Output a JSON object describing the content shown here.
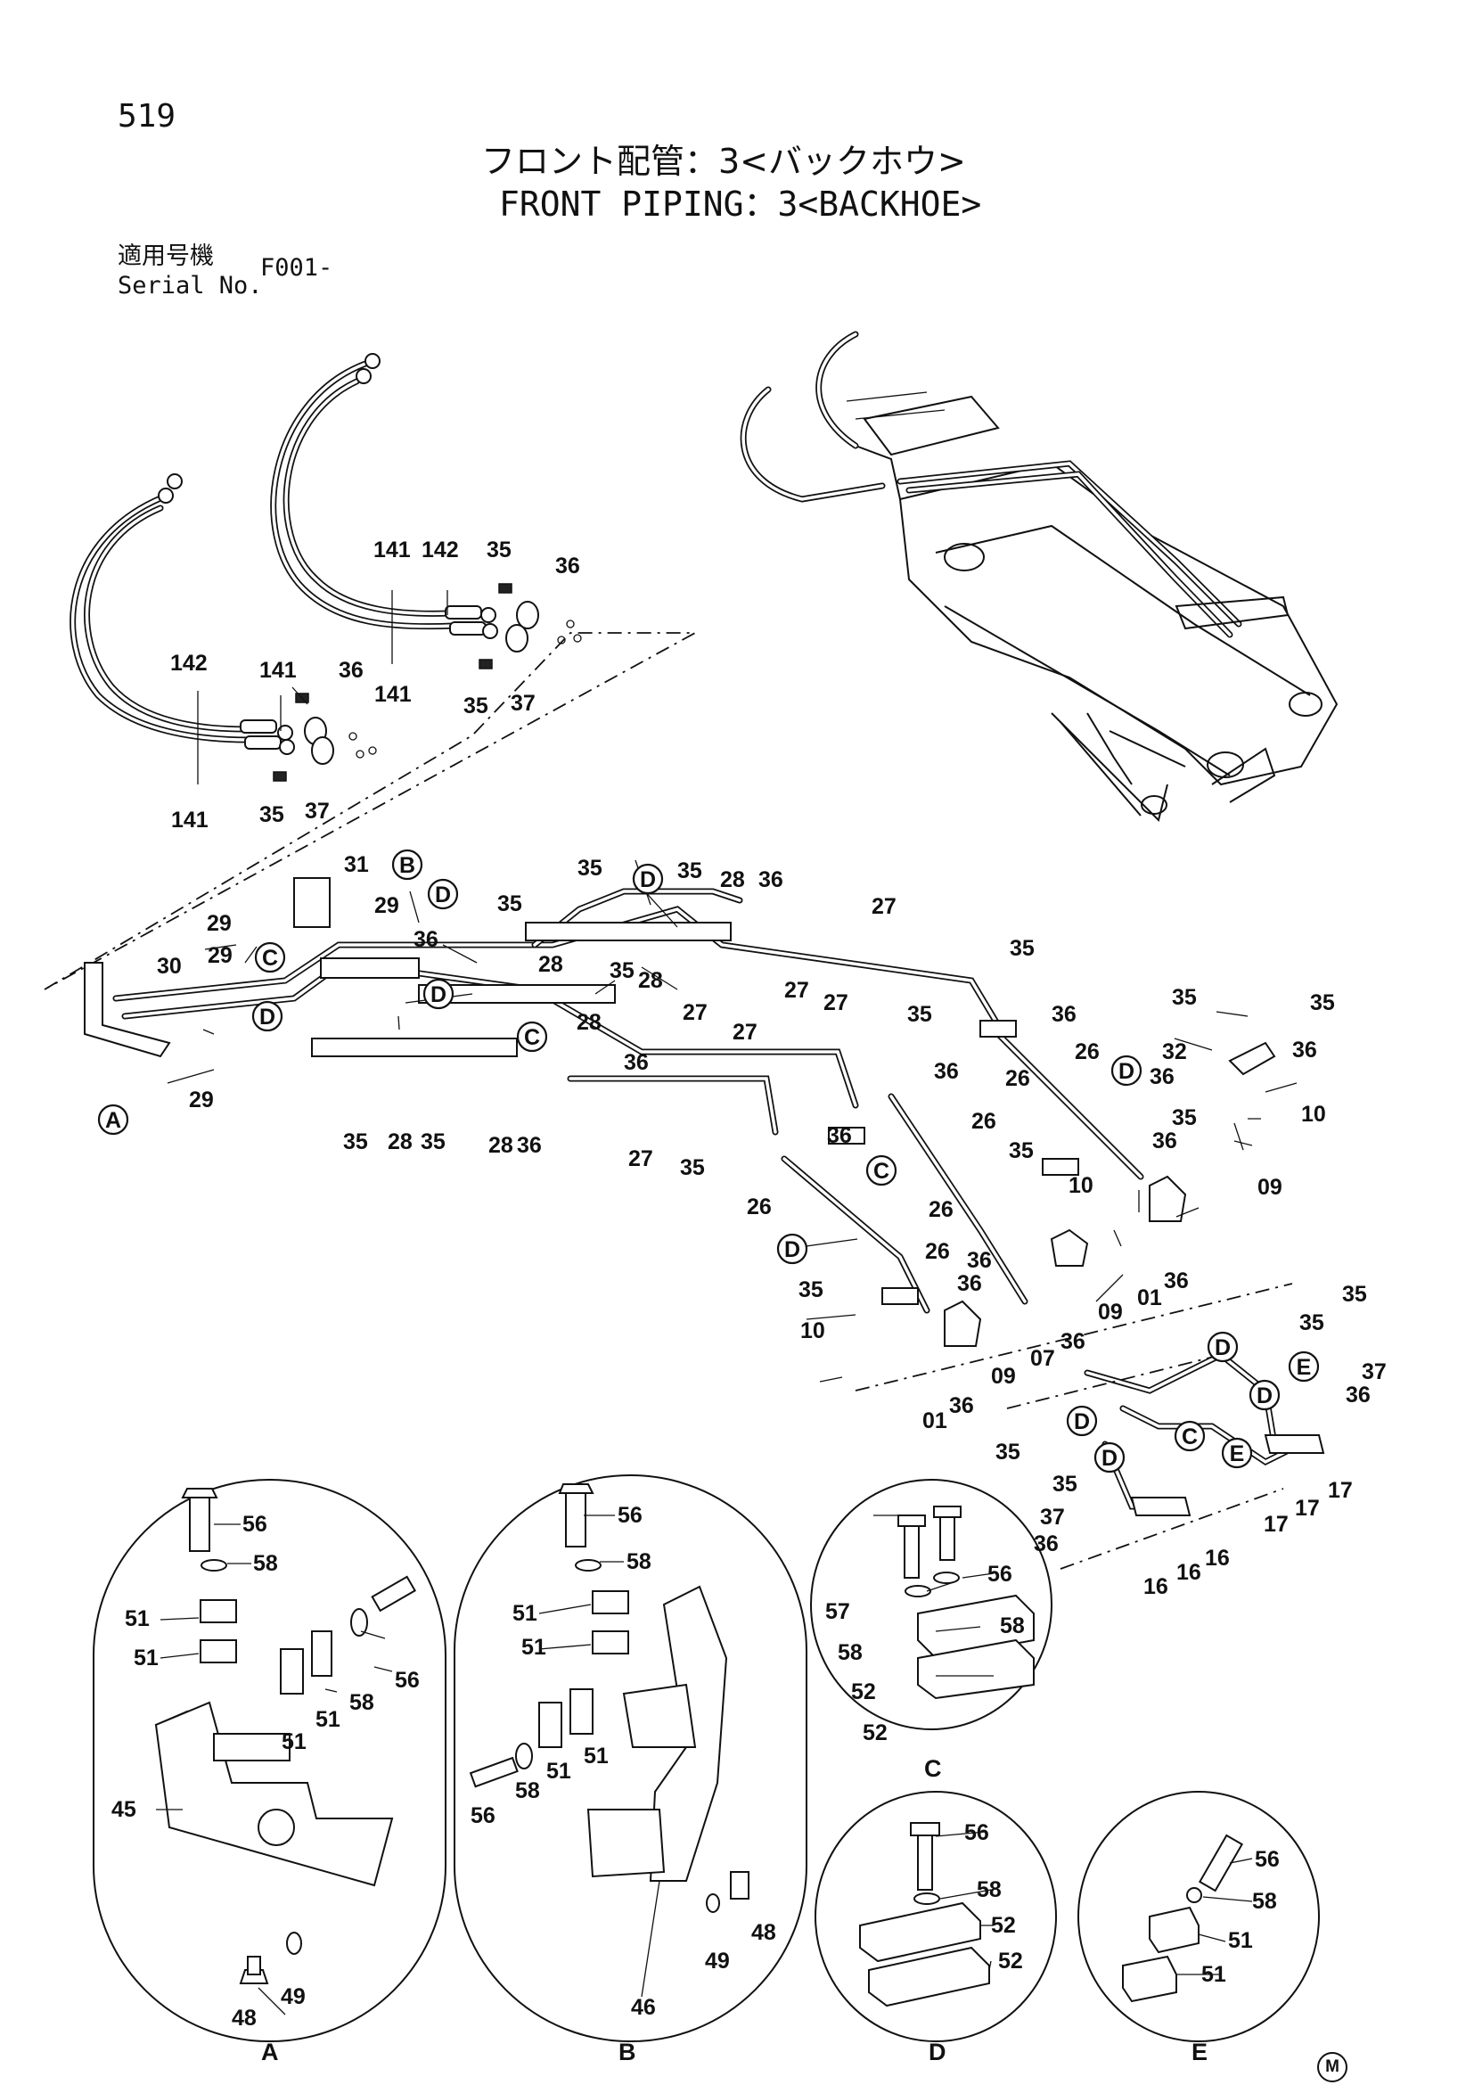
{
  "header": {
    "page_number": "519",
    "title_jp": "フロント配管：3<バックホウ>",
    "title_en": "FRONT PIPING：3<BACKHOE>",
    "serial_label_jp": "適用号機",
    "serial_label_en": "Serial No.",
    "serial_value": "F001-"
  },
  "callouts": {
    "c141": "141",
    "c142": "142",
    "c35": "35",
    "c36": "36",
    "c37": "37",
    "c31": "31",
    "c30": "30",
    "c29": "29",
    "c28": "28",
    "c27": "27",
    "c26": "26",
    "c32": "32",
    "c10": "10",
    "c09": "09",
    "c07": "07",
    "c01": "01",
    "c16": "16",
    "c17": "17",
    "c56": "56",
    "c58": "58",
    "c51": "51",
    "c52": "52",
    "c57": "57",
    "c45": "45",
    "c46": "46",
    "c48": "48",
    "c49": "49"
  },
  "detail_refs": {
    "A": "A",
    "B": "B",
    "C": "C",
    "D": "D",
    "E": "E"
  },
  "footer_mark": "M"
}
